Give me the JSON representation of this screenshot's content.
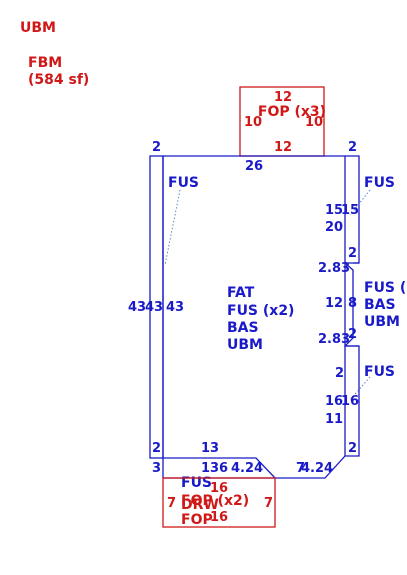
{
  "header": {
    "title": "UBM",
    "area_label": "FBM",
    "area_value": "(584 sf)"
  },
  "porch_top": {
    "dim_top": "12",
    "label": "FOP (x3)",
    "dim_left": "10",
    "dim_right": "10",
    "dim_bottom": "12"
  },
  "main": {
    "top_dim": "26",
    "left_outer_dim": "43",
    "left_mid_dim": "43",
    "left_inner_dim": "43",
    "label_lines": [
      "FAT",
      "FUS (x2)",
      "BAS",
      "UBM"
    ]
  },
  "left_strip": {
    "top_dim": "2",
    "bottom_dim": "2",
    "bottom_side_dim": "3",
    "label": "FUS"
  },
  "right_top": {
    "top_dim": "2",
    "label": "FUS",
    "dim_a": "15",
    "dim_b": "15",
    "dim_c": "20",
    "bottom_dim": "2"
  },
  "right_mid": {
    "diag_top": "2.83",
    "dim_a": "12",
    "dim_b": "8",
    "diag_bottom": "2.83",
    "small_dim": "2",
    "label_lines": [
      "FUS (",
      "BAS",
      "UBM"
    ]
  },
  "right_bottom": {
    "top_dim": "2",
    "label": "FUS",
    "dim_a": "16",
    "dim_b": "16",
    "dim_c": "11",
    "bottom_dim": "2"
  },
  "bottom": {
    "dim_13a": "13",
    "dim_13b": "13",
    "dim_6": "6",
    "diag_left": "4.24",
    "dim_7": "7",
    "diag_right": "4.24",
    "label": "FUS"
  },
  "porch_bottom": {
    "dim_top": "16",
    "label_a": "FOP (x2)",
    "label_b": "DRW",
    "label_c": "FOP",
    "dim_bottom": "16",
    "dim_left": "7",
    "dim_right": "7"
  },
  "colors": {
    "structure": "#1a1ac8",
    "porch": "#d01818"
  }
}
